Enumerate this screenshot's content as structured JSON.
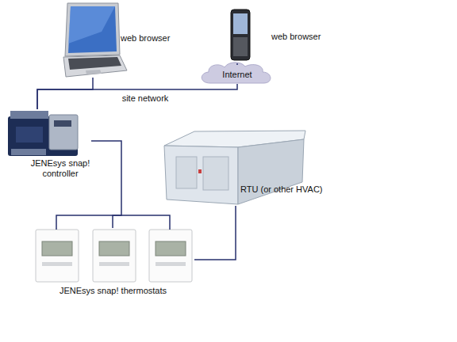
{
  "diagram": {
    "nodes": [
      {
        "text": [
          "web browser"
        ]
      },
      {
        "text": [
          "web browser"
        ]
      },
      {
        "text": [
          "Internet"
        ]
      },
      {
        "text": [
          "JENEsys snap! controller"
        ]
      },
      {
        "text": [
          "RTU (or other HVAC)"
        ]
      },
      {
        "text": [
          "JENEsys snap! thermostats"
        ]
      }
    ],
    "edges": [
      {
        "from": 1,
        "to": 2,
        "arrow": "none"
      },
      {
        "from": 2,
        "to": 3,
        "label": "site network",
        "arrow": "none"
      },
      {
        "from": 0,
        "to": 3,
        "arrow": "none"
      },
      {
        "from": 3,
        "to": 5,
        "arrow": "none"
      },
      {
        "from": 5,
        "to": 4,
        "arrow": "none"
      }
    ]
  }
}
